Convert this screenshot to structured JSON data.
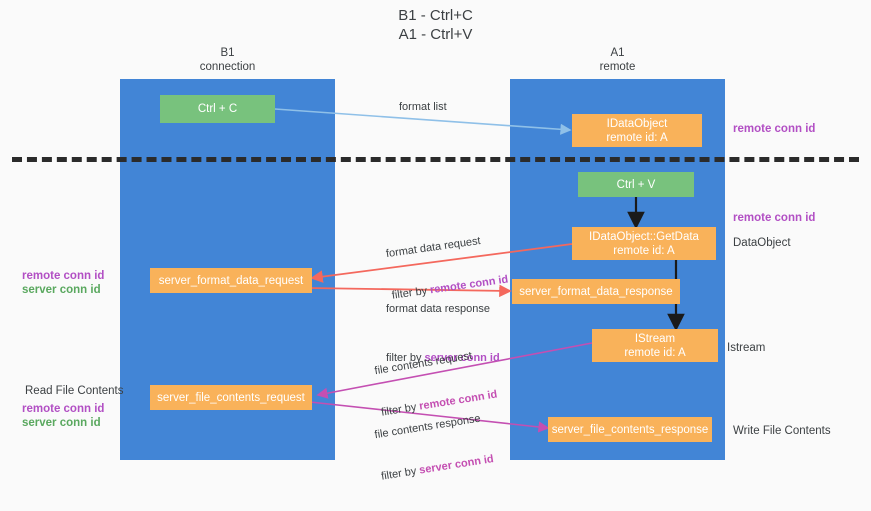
{
  "title": "B1 - Ctrl+C\nA1 - Ctrl+V",
  "columns": {
    "left": {
      "name": "B1",
      "role": "connection",
      "text": "B1\nconnection"
    },
    "right": {
      "name": "A1",
      "role": "remote",
      "text": "A1\nremote"
    }
  },
  "colors": {
    "lane": "#4285d6",
    "green_node": "#78c27d",
    "orange_node": "#f9b25a",
    "remote_conn_id": "#b24fc4",
    "server_conn_id": "#5aa85f",
    "divider": "#2b2b2b",
    "format_list_arrow": "#8fc0e8",
    "format_data_arrow": "#f4685d",
    "file_contents_arrow": "#c44fb2",
    "black_arrow": "#1a1a1a",
    "page_background": "#fafafa"
  },
  "nodes": {
    "ctrl_c": {
      "label": "Ctrl + C"
    },
    "idataobject_top": {
      "label": "IDataObject\nremote id: A"
    },
    "ctrl_v": {
      "label": "Ctrl + V"
    },
    "getdata": {
      "label": "IDataObject::GetData\nremote id: A"
    },
    "server_format_data_request": {
      "label": "server_format_data_request"
    },
    "server_format_data_response": {
      "label": "server_format_data_response"
    },
    "istream": {
      "label": "IStream\nremote id: A"
    },
    "server_file_contents_request": {
      "label": "server_file_contents_request"
    },
    "server_file_contents_response": {
      "label": "server_file_contents_response"
    }
  },
  "edges": {
    "format_list": {
      "caption": "format list"
    },
    "format_data_request": {
      "caption": "format data request",
      "filter_prefix": "filter by ",
      "filter_key": "remote conn id"
    },
    "format_data_response": {
      "caption": "format data response",
      "filter_prefix": "filter by ",
      "filter_key": "server conn id"
    },
    "file_contents_request": {
      "caption": "file contents request",
      "filter_prefix": "filter by ",
      "filter_key": "remote conn id"
    },
    "file_contents_response": {
      "caption": "file contents response",
      "filter_prefix": "filter by ",
      "filter_key": "server conn id"
    }
  },
  "annotations": {
    "right_top_remote_conn_id": "remote conn id",
    "right_mid_remote_conn_id": "remote conn id",
    "right_dataobject": "DataObject",
    "right_istream": "Istream",
    "right_write_file_contents": "Write File Contents",
    "left_remote_conn_id_mid": "remote conn id",
    "left_server_conn_id_mid": "server conn id",
    "left_read_file_contents": "Read File Contents",
    "left_remote_conn_id_bot": "remote conn id",
    "left_server_conn_id_bot": "server conn id"
  }
}
